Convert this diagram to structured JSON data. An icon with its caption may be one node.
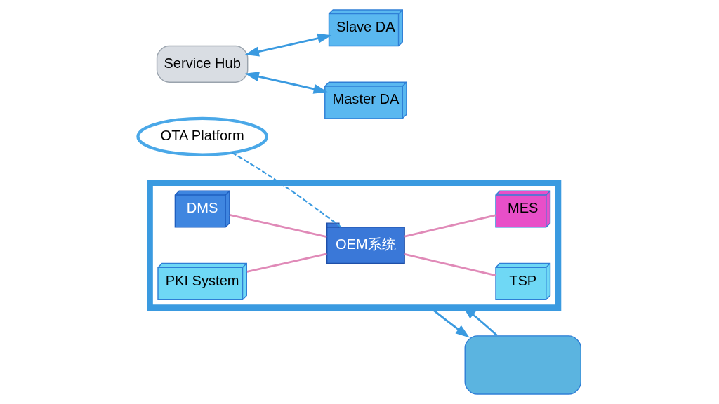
{
  "diagram": {
    "nodes": [
      {
        "text": [
          "OTA Platform"
        ]
      },
      {
        "text": [
          "Service Hub"
        ]
      },
      {
        "text": [
          "Slave DA"
        ]
      },
      {
        "text": [
          "Master DA"
        ]
      },
      {
        "text": [],
        "shape": "box"
      },
      {
        "text": [],
        "shape": "box"
      },
      {
        "text": [
          "DMS"
        ],
        "in": 5
      },
      {
        "text": [
          "PKI System"
        ],
        "in": 5
      },
      {
        "text": [
          "OEM系统"
        ],
        "in": 5
      },
      {
        "text": [
          "TSP"
        ],
        "in": 5
      },
      {
        "text": [
          "MES"
        ],
        "in": 5
      }
    ],
    "edges": [
      {
        "from": 1,
        "to": 2,
        "arrow": "both"
      },
      {
        "from": 1,
        "to": 3,
        "arrow": "both"
      },
      {
        "from": 4,
        "to": 5,
        "arrow": "to"
      },
      {
        "from": 5,
        "to": 4,
        "arrow": "to"
      },
      {
        "from": 0,
        "to": 8,
        "arrow": "none",
        "style": "dashed"
      },
      {
        "from": 6,
        "to": 8,
        "arrow": "none",
        "color": "#e08ab8"
      },
      {
        "from": 7,
        "to": 8,
        "arrow": "none",
        "color": "#e08ab8"
      },
      {
        "from": 8,
        "to": 9,
        "arrow": "none",
        "color": "#e08ab8"
      },
      {
        "from": 8,
        "to": 10,
        "arrow": "none",
        "color": "#e08ab8"
      }
    ]
  }
}
